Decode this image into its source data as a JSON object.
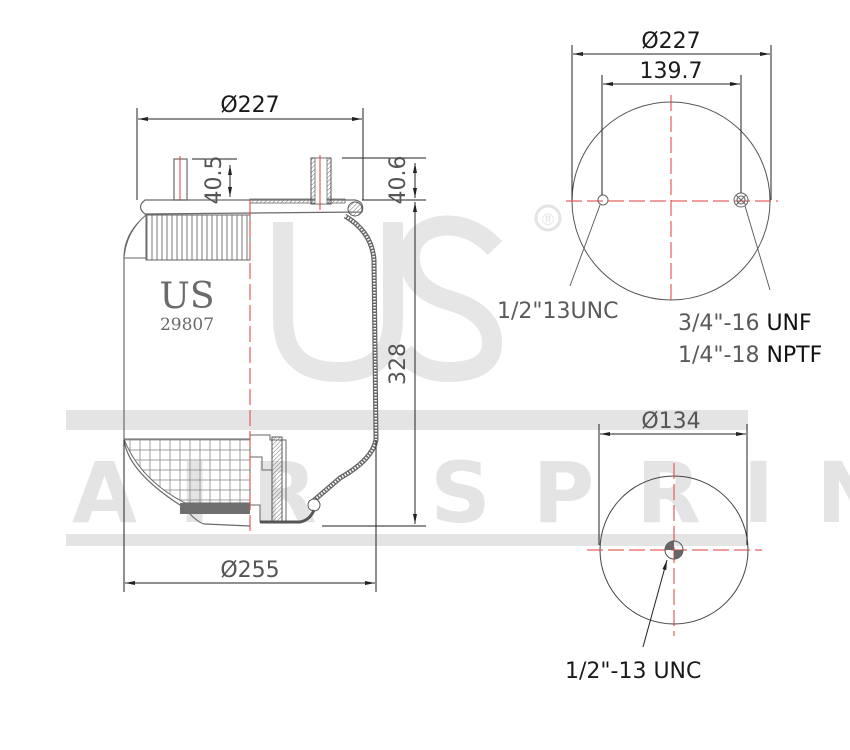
{
  "watermark": {
    "logo": "US",
    "registered": "®",
    "banner": "AIR SPRING",
    "color": "#e4e4e4"
  },
  "side_view": {
    "part_brand": "US",
    "part_number": "29807",
    "dims": {
      "top_diameter": "Ø227",
      "bottom_diameter": "Ø255",
      "height": "328",
      "left_stud_height": "40.5",
      "right_stud_height": "40.6"
    }
  },
  "top_view": {
    "dims": {
      "outer_diameter": "Ø227",
      "bolt_spacing": "139.7"
    },
    "callouts": {
      "left_hole": "1/2\"13UNC",
      "right_hole_line1_a": "3/4\"-16 ",
      "right_hole_line1_b": "UNF",
      "right_hole_line2_a": "1/4\"-18 ",
      "right_hole_line2_b": "NPTF"
    }
  },
  "bottom_view": {
    "dims": {
      "piston_diameter": "Ø134"
    },
    "callouts": {
      "center_hole": "1/2\"-13 UNC"
    }
  },
  "colors": {
    "centerline": "#e23b3b",
    "outline": "#6a6a6a",
    "dimension": "#222222"
  }
}
